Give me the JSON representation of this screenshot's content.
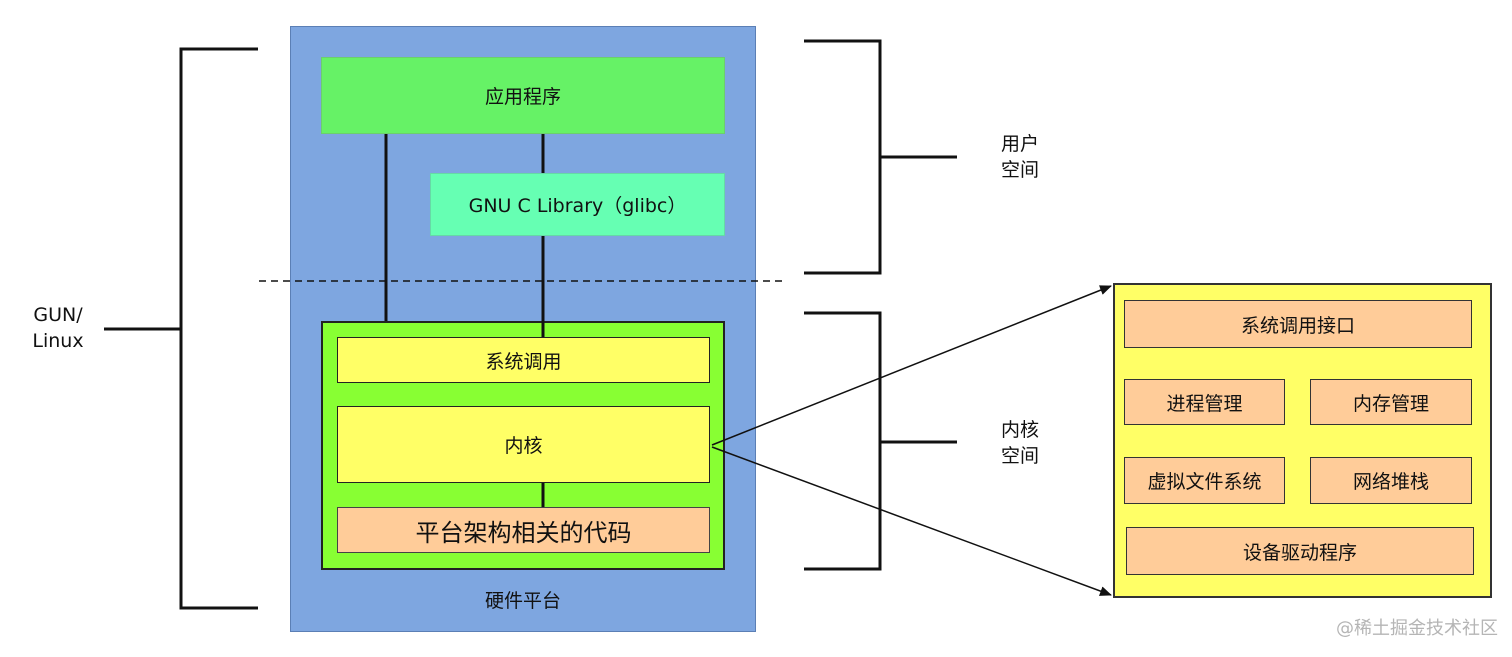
{
  "left_label": {
    "line1": "GUN/",
    "line2": "Linux"
  },
  "hardware_label": "硬件平台",
  "app_label": "应用程序",
  "glibc_label": "GNU C Library（glibc）",
  "kernel_area": {
    "syscall_label": "系统调用",
    "kernel_label": "内核",
    "arch_label": "平台架构相关的代码"
  },
  "user_space_label": {
    "line1": "用户",
    "line2": "空间"
  },
  "kernel_space_label": {
    "line1": "内核",
    "line2": "空间"
  },
  "kernel_detail": {
    "syscall_interface": "系统调用接口",
    "process_mgmt": "进程管理",
    "memory_mgmt": "内存管理",
    "vfs": "虚拟文件系统",
    "net_stack": "网络堆栈",
    "drivers": "设备驱动程序"
  },
  "watermark": "@稀土掘金技术社区"
}
